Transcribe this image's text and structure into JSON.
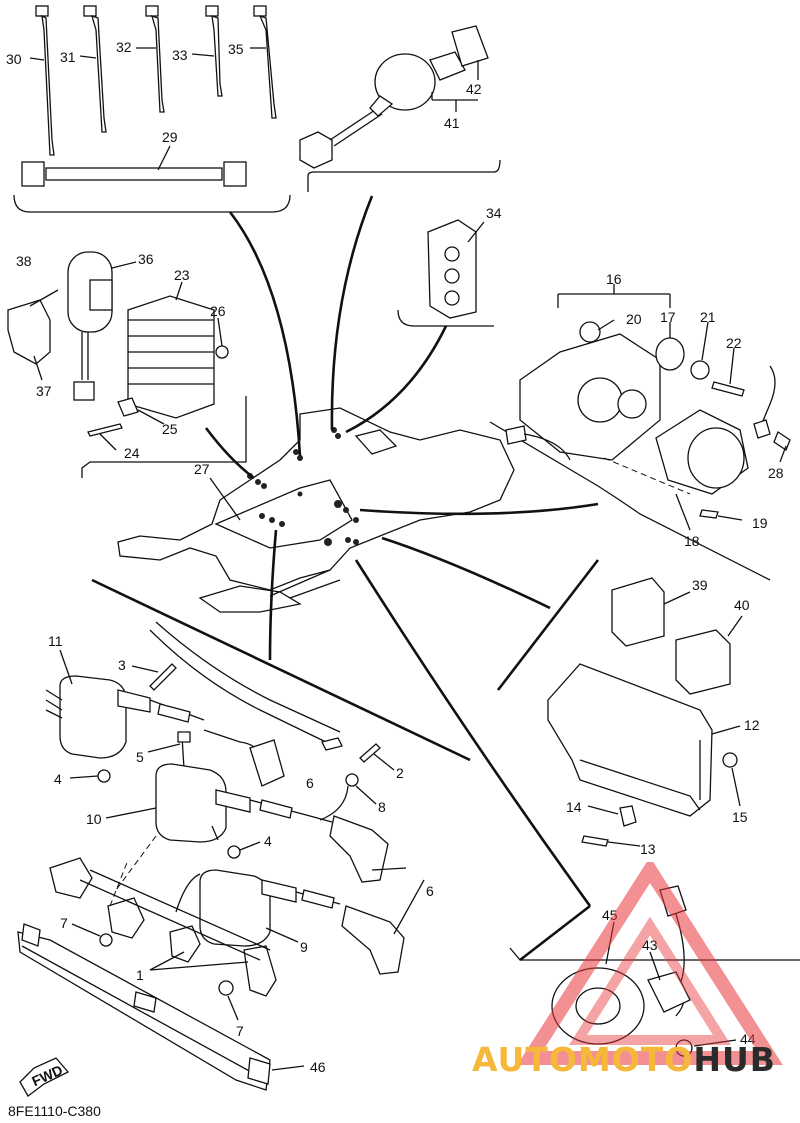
{
  "callouts": [
    {
      "id": "c30",
      "label": "30"
    },
    {
      "id": "c31",
      "label": "31"
    },
    {
      "id": "c32",
      "label": "32"
    },
    {
      "id": "c33",
      "label": "33"
    },
    {
      "id": "c35",
      "label": "35"
    },
    {
      "id": "c29",
      "label": "29"
    },
    {
      "id": "c42",
      "label": "42"
    },
    {
      "id": "c41",
      "label": "41"
    },
    {
      "id": "c34",
      "label": "34"
    },
    {
      "id": "c38",
      "label": "38"
    },
    {
      "id": "c36",
      "label": "36"
    },
    {
      "id": "c23",
      "label": "23"
    },
    {
      "id": "c26",
      "label": "26"
    },
    {
      "id": "c37",
      "label": "37"
    },
    {
      "id": "c25",
      "label": "25"
    },
    {
      "id": "c24",
      "label": "24"
    },
    {
      "id": "c16",
      "label": "16"
    },
    {
      "id": "c20",
      "label": "20"
    },
    {
      "id": "c17",
      "label": "17"
    },
    {
      "id": "c21",
      "label": "21"
    },
    {
      "id": "c22",
      "label": "22"
    },
    {
      "id": "c28",
      "label": "28"
    },
    {
      "id": "c19",
      "label": "19"
    },
    {
      "id": "c18",
      "label": "18"
    },
    {
      "id": "c27",
      "label": "27"
    },
    {
      "id": "c39",
      "label": "39"
    },
    {
      "id": "c40",
      "label": "40"
    },
    {
      "id": "c12",
      "label": "12"
    },
    {
      "id": "c15",
      "label": "15"
    },
    {
      "id": "c14",
      "label": "14"
    },
    {
      "id": "c13",
      "label": "13"
    },
    {
      "id": "c11",
      "label": "11"
    },
    {
      "id": "c3",
      "label": "3"
    },
    {
      "id": "c5",
      "label": "5"
    },
    {
      "id": "c4a",
      "label": "4"
    },
    {
      "id": "c2",
      "label": "2"
    },
    {
      "id": "c6a",
      "label": "6"
    },
    {
      "id": "c8",
      "label": "8"
    },
    {
      "id": "c10",
      "label": "10"
    },
    {
      "id": "c4b",
      "label": "4"
    },
    {
      "id": "c6b",
      "label": "6"
    },
    {
      "id": "c9",
      "label": "9"
    },
    {
      "id": "c7a",
      "label": "7"
    },
    {
      "id": "c1",
      "label": "1"
    },
    {
      "id": "c7b",
      "label": "7"
    },
    {
      "id": "c46",
      "label": "46"
    },
    {
      "id": "c45",
      "label": "45"
    },
    {
      "id": "c43",
      "label": "43"
    },
    {
      "id": "c44",
      "label": "44"
    }
  ],
  "fwd_label": "FWD",
  "diagram_code": "8FE1110-C380",
  "watermark": {
    "part1": "AUTOMOTO",
    "part2": "HUB",
    "color1": "#f5b83b",
    "color2": "#2b2b2b",
    "triangle_color": "#e8353a"
  }
}
